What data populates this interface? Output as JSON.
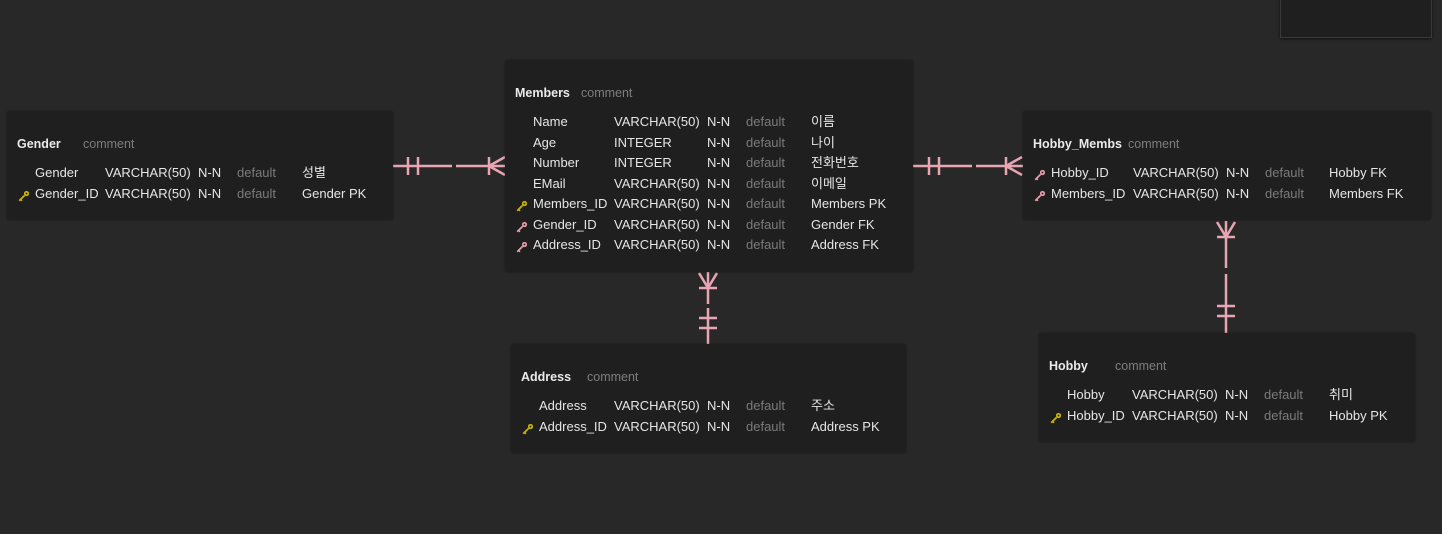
{
  "colors": {
    "background": "#282828",
    "table_bg": "#1f1f1f",
    "text": "#e6e6e6",
    "muted": "#7b7b7b",
    "relation_line": "#e8a5b3",
    "pk_key": "#c8b400",
    "fk_key": "#e89aa8"
  },
  "tables": {
    "gender": {
      "name": "Gender",
      "comment": "comment",
      "columns": [
        {
          "name": "Gender",
          "type": "VARCHAR(50)",
          "null": "N-N",
          "default": "default",
          "comment": "성별",
          "key": "none"
        },
        {
          "name": "Gender_ID",
          "type": "VARCHAR(50)",
          "null": "N-N",
          "default": "default",
          "comment": "Gender PK",
          "key": "pk"
        }
      ]
    },
    "members": {
      "name": "Members",
      "comment": "comment",
      "columns": [
        {
          "name": "Name",
          "type": "VARCHAR(50)",
          "null": "N-N",
          "default": "default",
          "comment": "이름",
          "key": "none"
        },
        {
          "name": "Age",
          "type": "INTEGER",
          "null": "N-N",
          "default": "default",
          "comment": "나이",
          "key": "none"
        },
        {
          "name": "Number",
          "type": "INTEGER",
          "null": "N-N",
          "default": "default",
          "comment": "전화번호",
          "key": "none"
        },
        {
          "name": "EMail",
          "type": "VARCHAR(50)",
          "null": "N-N",
          "default": "default",
          "comment": "이메일",
          "key": "none"
        },
        {
          "name": "Members_ID",
          "type": "VARCHAR(50)",
          "null": "N-N",
          "default": "default",
          "comment": "Members PK",
          "key": "pk"
        },
        {
          "name": "Gender_ID",
          "type": "VARCHAR(50)",
          "null": "N-N",
          "default": "default",
          "comment": "Gender FK",
          "key": "fk"
        },
        {
          "name": "Address_ID",
          "type": "VARCHAR(50)",
          "null": "N-N",
          "default": "default",
          "comment": "Address FK",
          "key": "fk"
        }
      ]
    },
    "hobby_membs": {
      "name": "Hobby_Membs",
      "comment": "comment",
      "columns": [
        {
          "name": "Hobby_ID",
          "type": "VARCHAR(50)",
          "null": "N-N",
          "default": "default",
          "comment": "Hobby FK",
          "key": "fk"
        },
        {
          "name": "Members_ID",
          "type": "VARCHAR(50)",
          "null": "N-N",
          "default": "default",
          "comment": "Members FK",
          "key": "fk"
        }
      ]
    },
    "address": {
      "name": "Address",
      "comment": "comment",
      "columns": [
        {
          "name": "Address",
          "type": "VARCHAR(50)",
          "null": "N-N",
          "default": "default",
          "comment": "주소",
          "key": "none"
        },
        {
          "name": "Address_ID",
          "type": "VARCHAR(50)",
          "null": "N-N",
          "default": "default",
          "comment": "Address PK",
          "key": "pk"
        }
      ]
    },
    "hobby": {
      "name": "Hobby",
      "comment": "comment",
      "columns": [
        {
          "name": "Hobby",
          "type": "VARCHAR(50)",
          "null": "N-N",
          "default": "default",
          "comment": "취미",
          "key": "none"
        },
        {
          "name": "Hobby_ID",
          "type": "VARCHAR(50)",
          "null": "N-N",
          "default": "default",
          "comment": "Hobby PK",
          "key": "pk"
        }
      ]
    }
  },
  "relations": [
    {
      "from": "Gender",
      "to": "Members",
      "from_cardinality": "one",
      "to_cardinality": "many"
    },
    {
      "from": "Members",
      "to": "Hobby_Membs",
      "from_cardinality": "one",
      "to_cardinality": "many"
    },
    {
      "from": "Address",
      "to": "Members",
      "from_cardinality": "one",
      "to_cardinality": "many"
    },
    {
      "from": "Hobby",
      "to": "Hobby_Membs",
      "from_cardinality": "one",
      "to_cardinality": "many"
    }
  ]
}
